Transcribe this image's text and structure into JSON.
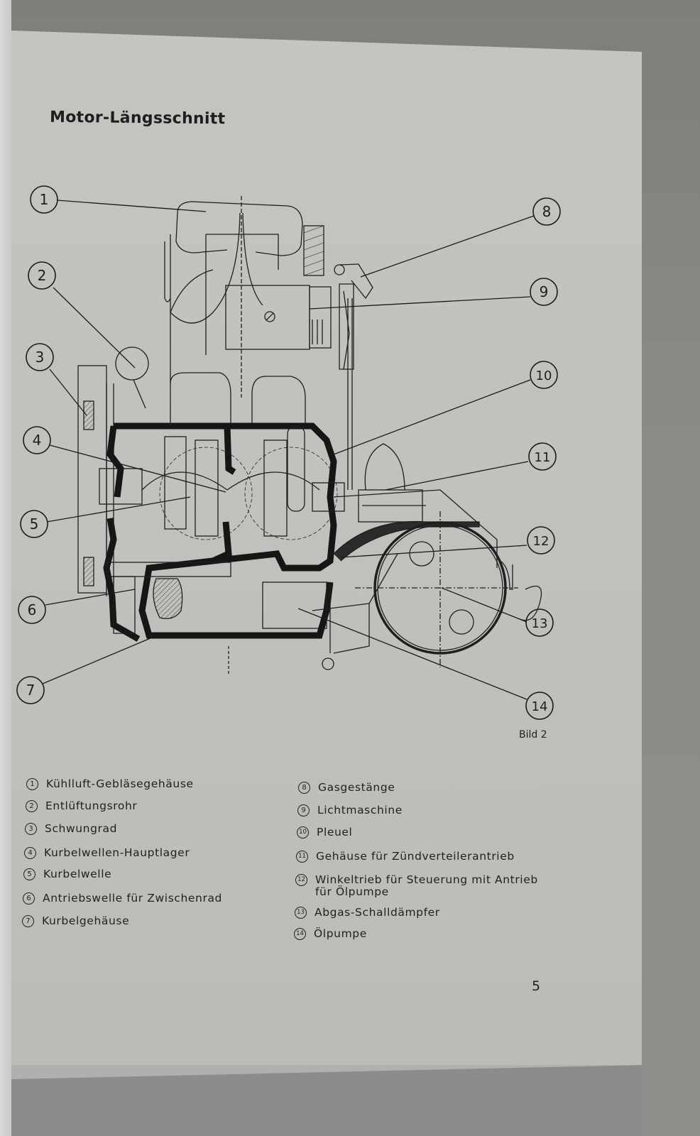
{
  "page": {
    "title": "Motor-Längsschnitt",
    "figure_caption": "Bild 2",
    "page_number": "5",
    "colors": {
      "paper": "#c1c3bf",
      "ink": "#1f2120",
      "background": "#8a8c88"
    }
  },
  "diagram": {
    "name": "engine-longitudinal-section",
    "callouts": [
      "1",
      "2",
      "3",
      "4",
      "5",
      "6",
      "7",
      "8",
      "9",
      "10",
      "11",
      "12",
      "13",
      "14"
    ]
  },
  "legend": {
    "left": [
      {
        "num": "1",
        "text": "Kühlluft-Gebläsegehäuse"
      },
      {
        "num": "2",
        "text": "Entlüftungsrohr"
      },
      {
        "num": "3",
        "text": "Schwungrad"
      },
      {
        "num": "4",
        "text": "Kurbelwellen-Hauptlager"
      },
      {
        "num": "5",
        "text": "Kurbelwelle"
      },
      {
        "num": "6",
        "text": "Antriebswelle für Zwischenrad"
      },
      {
        "num": "7",
        "text": "Kurbelgehäuse"
      }
    ],
    "right": [
      {
        "num": "8",
        "text": "Gasgestänge"
      },
      {
        "num": "9",
        "text": "Lichtmaschine"
      },
      {
        "num": "10",
        "text": "Pleuel"
      },
      {
        "num": "11",
        "text": "Gehäuse für Zündverteilerantrieb"
      },
      {
        "num": "12",
        "text": "Winkeltrieb für Steuerung mit Antrieb\nfür Ölpumpe"
      },
      {
        "num": "13",
        "text": "Abgas-Schalldämpfer"
      },
      {
        "num": "14",
        "text": "Ölpumpe"
      }
    ]
  }
}
